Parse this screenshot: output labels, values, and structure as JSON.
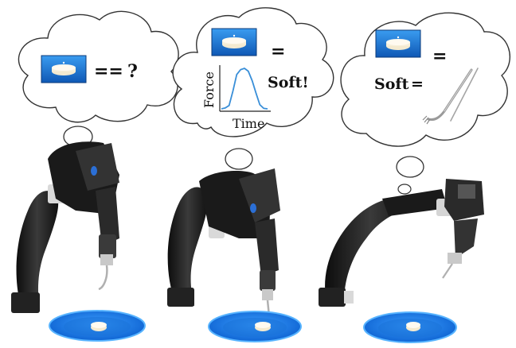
{
  "panels": [
    {
      "thought": {
        "operator": "==",
        "answer": "?"
      }
    },
    {
      "thought": {
        "operator": "=",
        "result": "Soft!",
        "plot": {
          "ylabel": "Force",
          "xlabel": "Time"
        }
      }
    },
    {
      "thought": {
        "operator": "=",
        "word": "Soft",
        "word_operator": "="
      }
    }
  ],
  "colors": {
    "plate": "#1e7fe0",
    "plate_rim": "#58b4ff",
    "thumbnail_bg": "#1a73d1",
    "force_curve": "#3a8fd8",
    "robot": "#1d1d1d",
    "cloud_stroke": "#333333"
  },
  "force_profile": [
    0.02,
    0.04,
    0.1,
    0.45,
    0.85,
    0.97,
    1.0,
    0.93,
    0.7,
    0.4,
    0.12,
    0.03,
    0.02
  ],
  "icons": [
    "food-thumbnail-icon",
    "fork-icon",
    "plate-icon",
    "robot-arm-icon"
  ]
}
